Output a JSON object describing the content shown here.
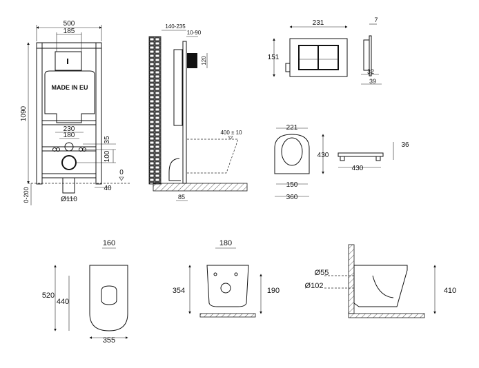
{
  "frame_front": {
    "width": "500",
    "tank_width": "185",
    "height": "1090",
    "label": "MADE IN EU",
    "bolt_outer": "230",
    "bolt_inner": "180",
    "offset_top": "35",
    "offset_outlet": "100",
    "level_zero": "0",
    "adjust_range": "0-200",
    "foot": "40",
    "pipe_diameter": "Ø110"
  },
  "frame_side": {
    "wall_depth": "140-235",
    "plate_gap": "10-90",
    "plate_height": "120",
    "bowl_height": "400 ± 10",
    "outlet_offset": "85"
  },
  "flush_plate": {
    "width": "231",
    "height": "151",
    "thickness": "7",
    "depth_inner": "32",
    "depth_total": "39"
  },
  "seat": {
    "top_width": "221",
    "length": "430",
    "hinge_spacing": "150",
    "width": "360",
    "side_length": "430",
    "side_height": "36"
  },
  "bowl_top": {
    "seat_width": "160",
    "length_total": "520",
    "length_bowl": "440",
    "width": "355"
  },
  "bowl_front": {
    "bolt_spacing": "180",
    "height": "354",
    "outlet_height": "190"
  },
  "bowl_side": {
    "inlet_diameter": "Ø55",
    "outlet_diameter": "Ø102",
    "height": "410"
  }
}
